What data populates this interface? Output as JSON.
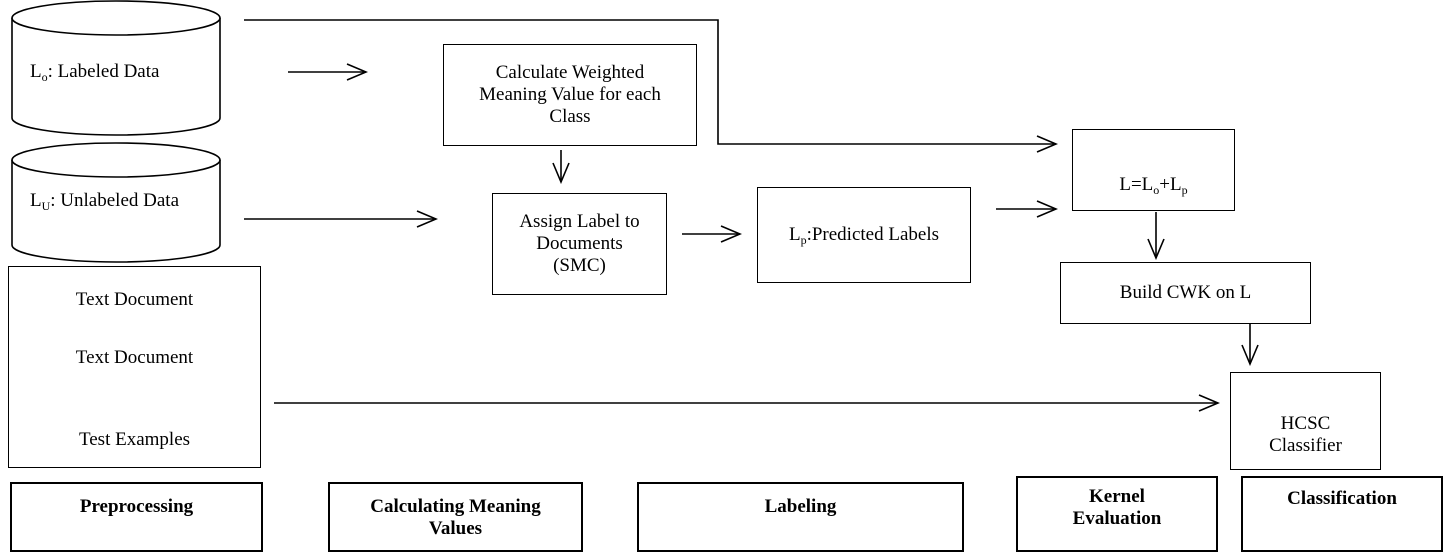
{
  "sources": {
    "labeled": {
      "main": "L",
      "sub": "o",
      "text": ": Labeled Data"
    },
    "unlabeled": {
      "main": "L",
      "sub": "U",
      "text": ": Unlabeled Data"
    },
    "test": {
      "doc1": "Text Document",
      "doc2": "Text Document",
      "caption": "Test Examples"
    }
  },
  "process": {
    "calc": "Calculate Weighted Meaning Value for each Class",
    "assign": "Assign Label to Documents (SMC)",
    "predicted": {
      "main": "L",
      "sub": "p",
      "text": ":Predicted Labels"
    },
    "union": {
      "a": "L=L",
      "a_sub": "o",
      "b": "+L",
      "b_sub": "p"
    },
    "build": "Build CWK on L",
    "hcsc": "HCSC Classifier"
  },
  "stages": {
    "preprocessing": "Preprocessing",
    "meaning": "Calculating Meaning Values",
    "labeling": "Labeling",
    "kernel": "Kernel Evaluation",
    "classification": "Classification"
  }
}
